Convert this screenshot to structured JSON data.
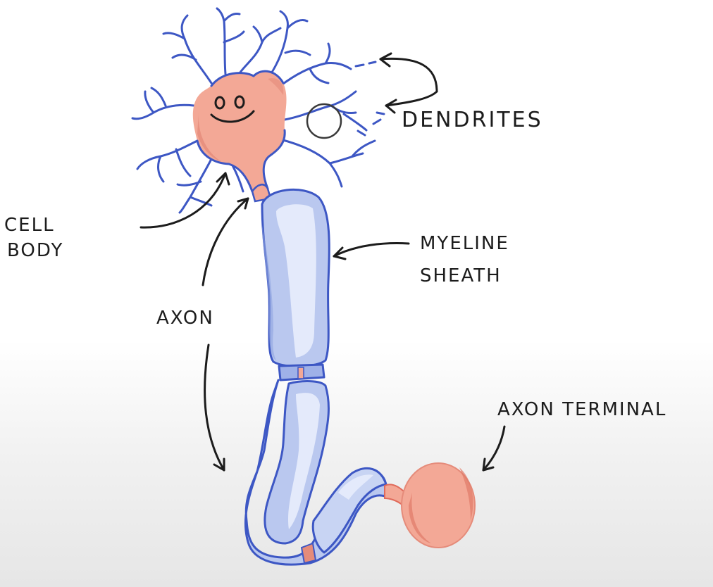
{
  "labels": {
    "dendrites": "DENDRITES",
    "cell_body_line1": "CELL",
    "cell_body_line2": "BODY",
    "myeline_line1": "MYELINE",
    "myeline_line2": "SHEATH",
    "axon": "AXON",
    "axon_terminal": "AXON TERMINAL"
  },
  "colors": {
    "dendrite_blue": "#3d57c4",
    "soma_fill": "#f3a896",
    "soma_shadow": "#e58b7a",
    "myelin_fill": "#bac8ef",
    "myelin_highlight": "#e4eafb",
    "ink": "#1c1c1c"
  }
}
